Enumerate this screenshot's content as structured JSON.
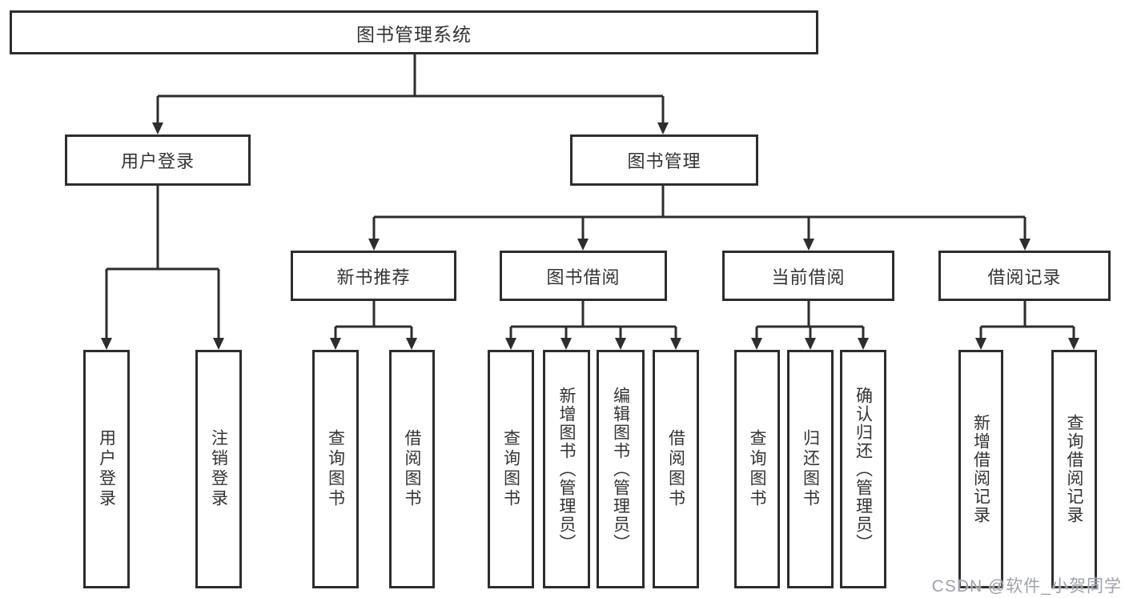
{
  "page": {
    "background": "#ffffff",
    "line_color": "#2d2d2d",
    "box_border_color": "#2d2d2d",
    "text_color": "#333333"
  },
  "diagram": {
    "root": {
      "label": "图书管理系统"
    },
    "branches": [
      {
        "label": "用户登录",
        "children": [
          {
            "label": "用户登录"
          },
          {
            "label": "注销登录"
          }
        ]
      },
      {
        "label": "图书管理",
        "children": [
          {
            "label": "新书推荐",
            "children": [
              {
                "label": "查询图书"
              },
              {
                "label": "借阅图书"
              }
            ]
          },
          {
            "label": "图书借阅",
            "children": [
              {
                "label": "查询图书"
              },
              {
                "label": "新增图书（管理员）"
              },
              {
                "label": "编辑图书（管理员）"
              },
              {
                "label": "借阅图书"
              }
            ]
          },
          {
            "label": "当前借阅",
            "children": [
              {
                "label": "查询图书"
              },
              {
                "label": "归还图书"
              },
              {
                "label": "确认归还（管理员）"
              }
            ]
          },
          {
            "label": "借阅记录",
            "children": [
              {
                "label": "新增借阅记录"
              },
              {
                "label": "查询借阅记录"
              }
            ]
          }
        ]
      }
    ]
  },
  "watermark": {
    "text": "CSDN @软件_小贺同学",
    "color": "#9fa1ac"
  }
}
